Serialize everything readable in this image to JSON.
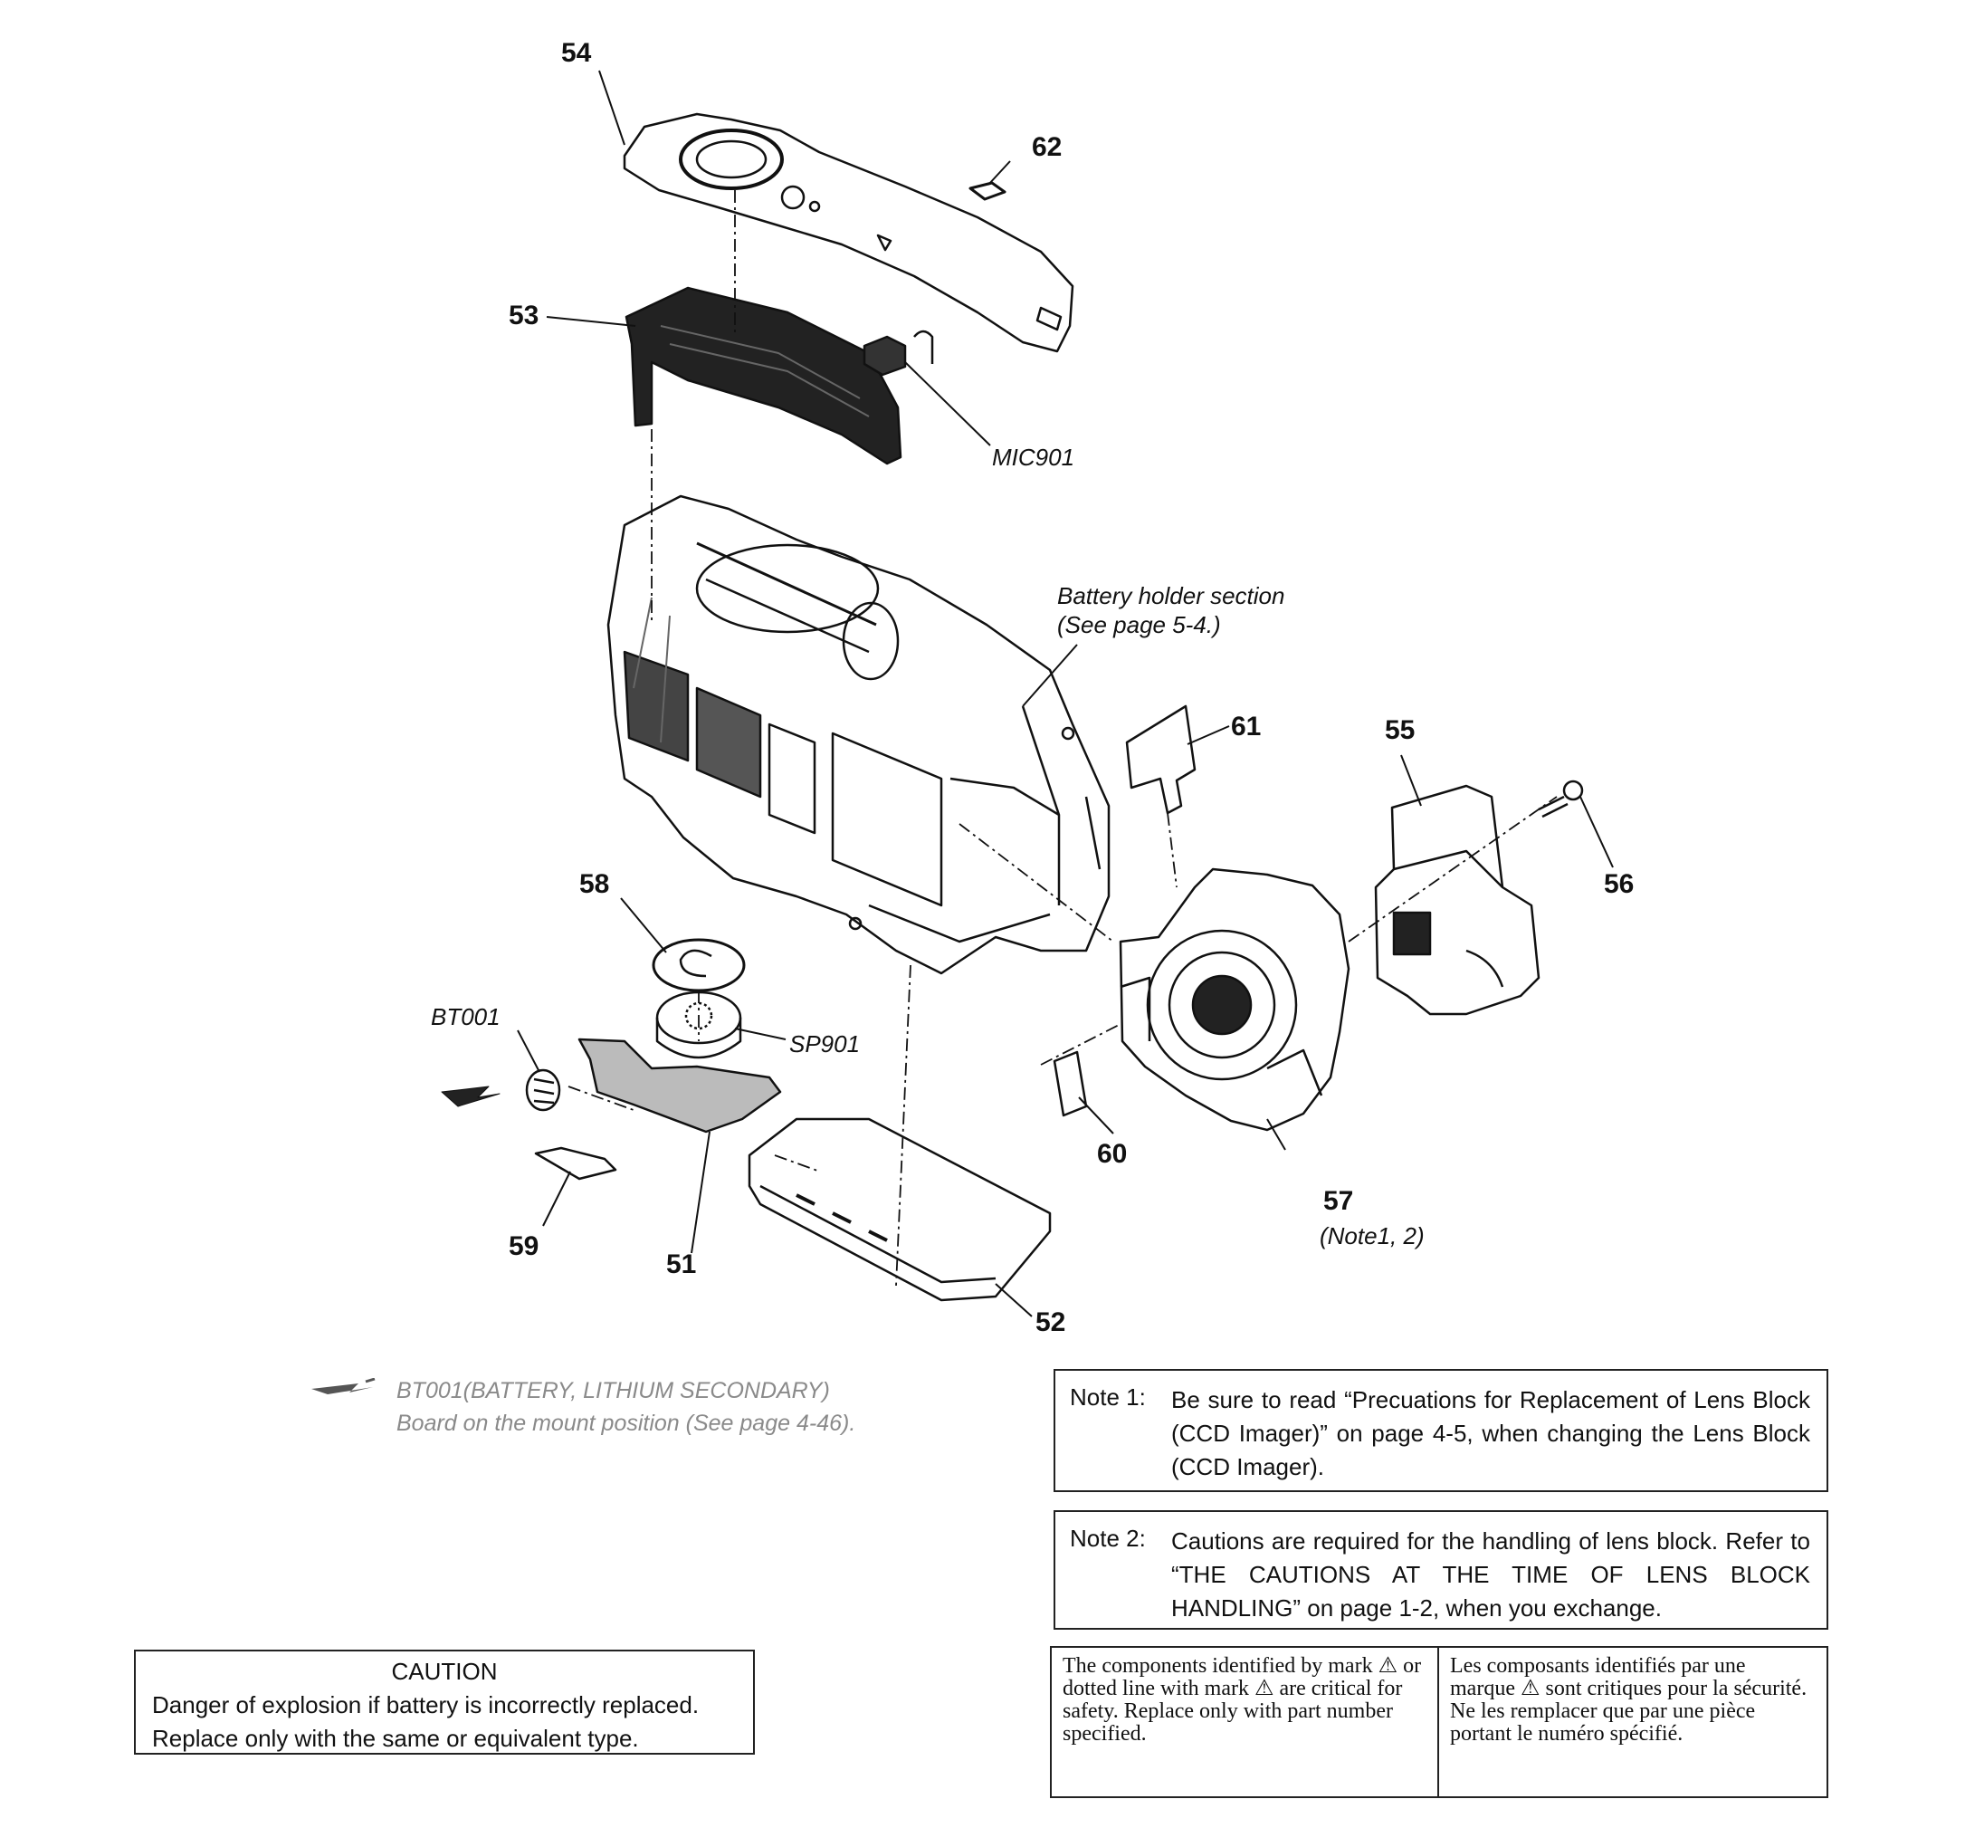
{
  "callouts": {
    "c51": "51",
    "c52": "52",
    "c53": "53",
    "c54": "54",
    "c55": "55",
    "c56": "56",
    "c57": "57",
    "c58": "58",
    "c59": "59",
    "c60": "60",
    "c61": "61",
    "c62": "62"
  },
  "ref_labels": {
    "mic": "MIC901",
    "bt": "BT001",
    "sp": "SP901",
    "battery_holder_1": "Battery holder section",
    "battery_holder_2": "(See page 5-4.)",
    "note_ref": "(Note1, 2)"
  },
  "battery_legend": {
    "line1": "BT001(BATTERY, LITHIUM SECONDARY)",
    "line2": "Board on the mount position (See page 4-46)."
  },
  "note1": {
    "tag": "Note 1:",
    "text": "Be sure to read “Precuations for Replacement of Lens Block (CCD Imager)” on page 4-5, when changing the Lens Block (CCD Imager)."
  },
  "note2": {
    "tag": "Note 2:",
    "text": "Cautions are required for the handling of lens block. Refer to “THE CAUTIONS AT THE TIME OF LENS BLOCK HANDLING” on page 1-2, when you exchange."
  },
  "caution": {
    "title": "CAUTION",
    "line1": "Danger of explosion if battery is incorrectly replaced.",
    "line2": "Replace only with the same or equivalent type."
  },
  "safety": {
    "english": "The components identified by mark ⚠ or dotted line with mark ⚠ are critical for safety. Replace only with part number specified.",
    "french": "Les composants identifiés par une marque ⚠ sont critiques pour la sécurité. Ne les remplacer que par une pièce portant le numéro spécifié."
  },
  "colors": {
    "ink": "#111111",
    "faded": "#8a8a8a",
    "paper": "#ffffff"
  }
}
